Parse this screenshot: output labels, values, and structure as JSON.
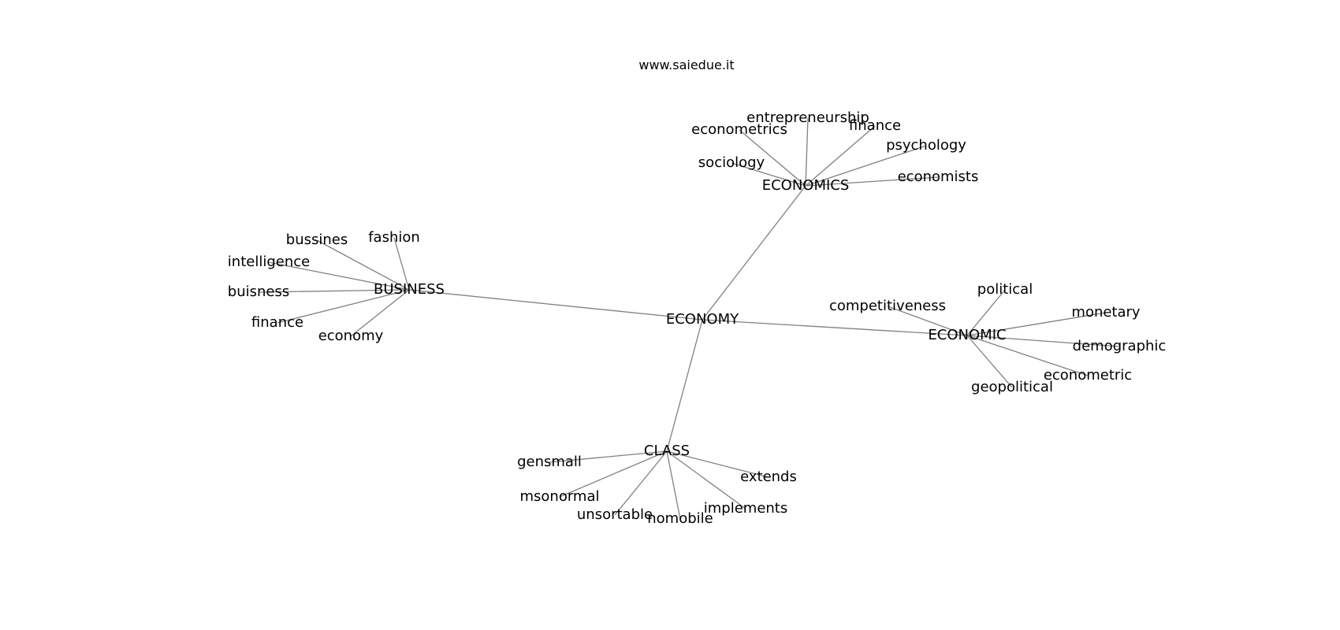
{
  "site_label": "www.saiedue.it",
  "colors": {
    "edge": "#808080",
    "text": "#000000",
    "background": "#ffffff"
  },
  "graph": {
    "nodes": [
      {
        "id": "ECONOMY",
        "label": "ECONOMY"
      },
      {
        "id": "ECONOMICS",
        "label": "ECONOMICS"
      },
      {
        "id": "econometrics",
        "label": "econometrics"
      },
      {
        "id": "entrepreneurship",
        "label": "entrepreneurship"
      },
      {
        "id": "finance_1",
        "label": "finance"
      },
      {
        "id": "psychology",
        "label": "psychology"
      },
      {
        "id": "sociology",
        "label": "sociology"
      },
      {
        "id": "economists",
        "label": "economists"
      },
      {
        "id": "BUSINESS",
        "label": "BUSINESS"
      },
      {
        "id": "bussines",
        "label": "bussines"
      },
      {
        "id": "fashion",
        "label": "fashion"
      },
      {
        "id": "intelligence",
        "label": "intelligence"
      },
      {
        "id": "buisness",
        "label": "buisness"
      },
      {
        "id": "finance_2",
        "label": "finance"
      },
      {
        "id": "economy",
        "label": "economy"
      },
      {
        "id": "ECONOMIC",
        "label": "ECONOMIC"
      },
      {
        "id": "competitiveness",
        "label": "competitiveness"
      },
      {
        "id": "political",
        "label": "political"
      },
      {
        "id": "monetary",
        "label": "monetary"
      },
      {
        "id": "demographic",
        "label": "demographic"
      },
      {
        "id": "econometric",
        "label": "econometric"
      },
      {
        "id": "geopolitical",
        "label": "geopolitical"
      },
      {
        "id": "CLASS",
        "label": "CLASS"
      },
      {
        "id": "gensmall",
        "label": "gensmall"
      },
      {
        "id": "msonormal",
        "label": "msonormal"
      },
      {
        "id": "unsortable",
        "label": "unsortable"
      },
      {
        "id": "nomobile",
        "label": "nomobile"
      },
      {
        "id": "implements",
        "label": "implements"
      },
      {
        "id": "extends",
        "label": "extends"
      }
    ],
    "edges": [
      [
        "ECONOMY",
        "ECONOMICS"
      ],
      [
        "ECONOMY",
        "BUSINESS"
      ],
      [
        "ECONOMY",
        "ECONOMIC"
      ],
      [
        "ECONOMY",
        "CLASS"
      ],
      [
        "ECONOMICS",
        "econometrics"
      ],
      [
        "ECONOMICS",
        "entrepreneurship"
      ],
      [
        "ECONOMICS",
        "finance_1"
      ],
      [
        "ECONOMICS",
        "psychology"
      ],
      [
        "ECONOMICS",
        "sociology"
      ],
      [
        "ECONOMICS",
        "economists"
      ],
      [
        "BUSINESS",
        "bussines"
      ],
      [
        "BUSINESS",
        "fashion"
      ],
      [
        "BUSINESS",
        "intelligence"
      ],
      [
        "BUSINESS",
        "buisness"
      ],
      [
        "BUSINESS",
        "finance_2"
      ],
      [
        "BUSINESS",
        "economy"
      ],
      [
        "ECONOMIC",
        "competitiveness"
      ],
      [
        "ECONOMIC",
        "political"
      ],
      [
        "ECONOMIC",
        "monetary"
      ],
      [
        "ECONOMIC",
        "demographic"
      ],
      [
        "ECONOMIC",
        "econometric"
      ],
      [
        "ECONOMIC",
        "geopolitical"
      ],
      [
        "CLASS",
        "gensmall"
      ],
      [
        "CLASS",
        "msonormal"
      ],
      [
        "CLASS",
        "unsortable"
      ],
      [
        "CLASS",
        "nomobile"
      ],
      [
        "CLASS",
        "implements"
      ],
      [
        "CLASS",
        "extends"
      ]
    ]
  }
}
